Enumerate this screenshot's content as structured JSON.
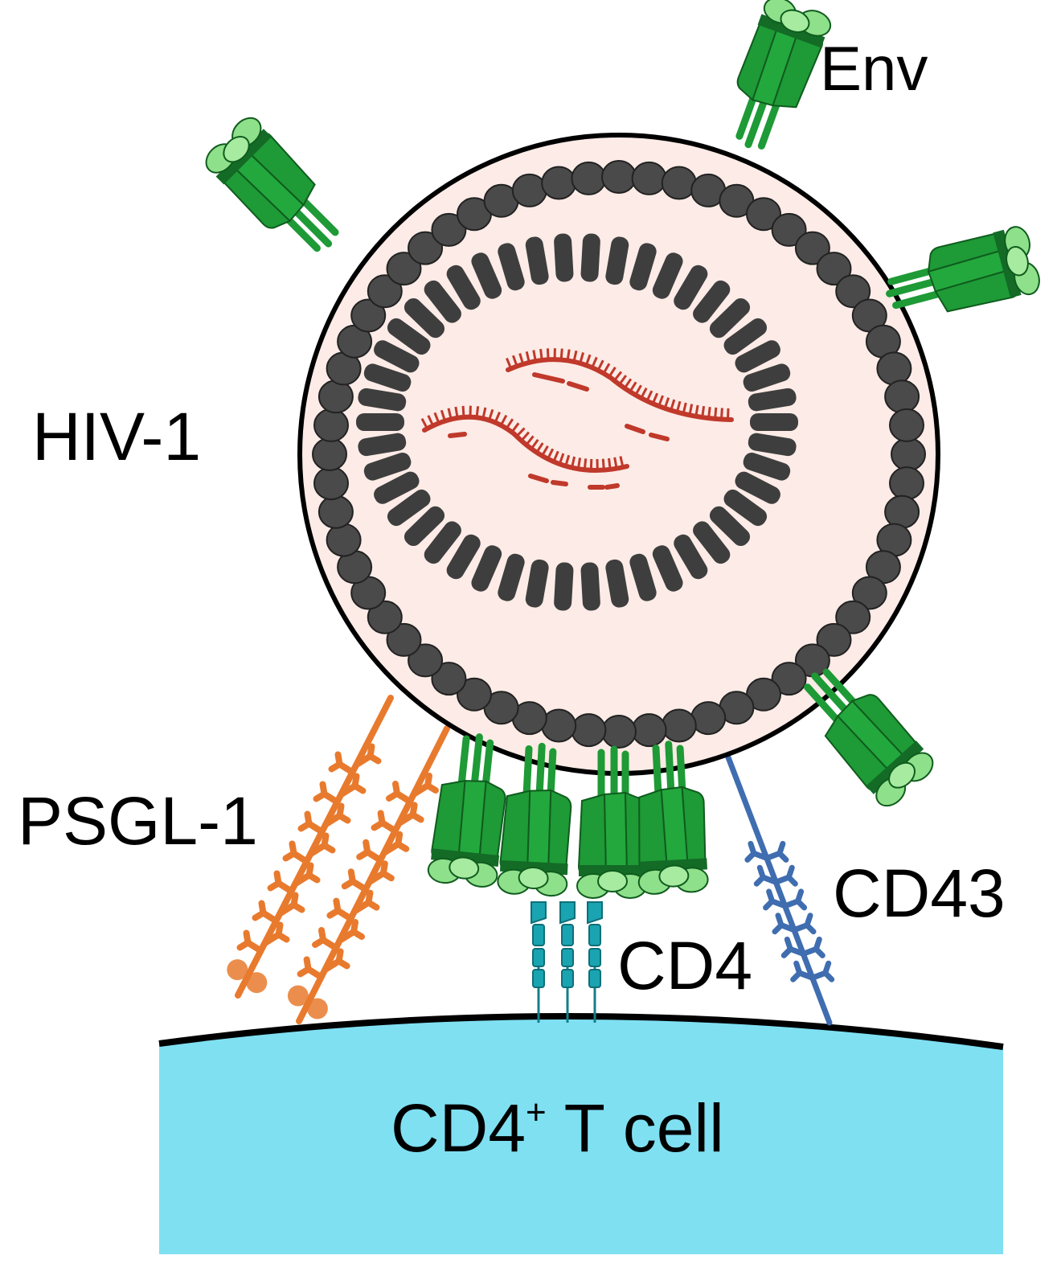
{
  "labels": {
    "env": "Env",
    "hiv": "HIV-1",
    "psgl": "PSGL-1",
    "cd43": "CD43",
    "cd4": "CD4",
    "tcell_prefix": "CD4",
    "tcell_superscript": "+",
    "tcell_suffix": " T cell"
  },
  "colors": {
    "virion_fill": "#fcebe6",
    "outline": "#000000",
    "matrix": "#4a4a4a",
    "capsid": "#3e3e3e",
    "rna": "#c0392b",
    "env_dark": "#1e9a36",
    "env_light": "#8fe08a",
    "psgl": "#e87a2e",
    "cd43": "#3f6db0",
    "cd4": "#1aa3b0",
    "cell_fill": "#7fe0f2"
  },
  "icons": [
    "env-trimer-icon",
    "psgl1-glycoprotein-icon",
    "cd43-glycoprotein-icon",
    "cd4-receptor-icon",
    "rna-genome-icon"
  ]
}
